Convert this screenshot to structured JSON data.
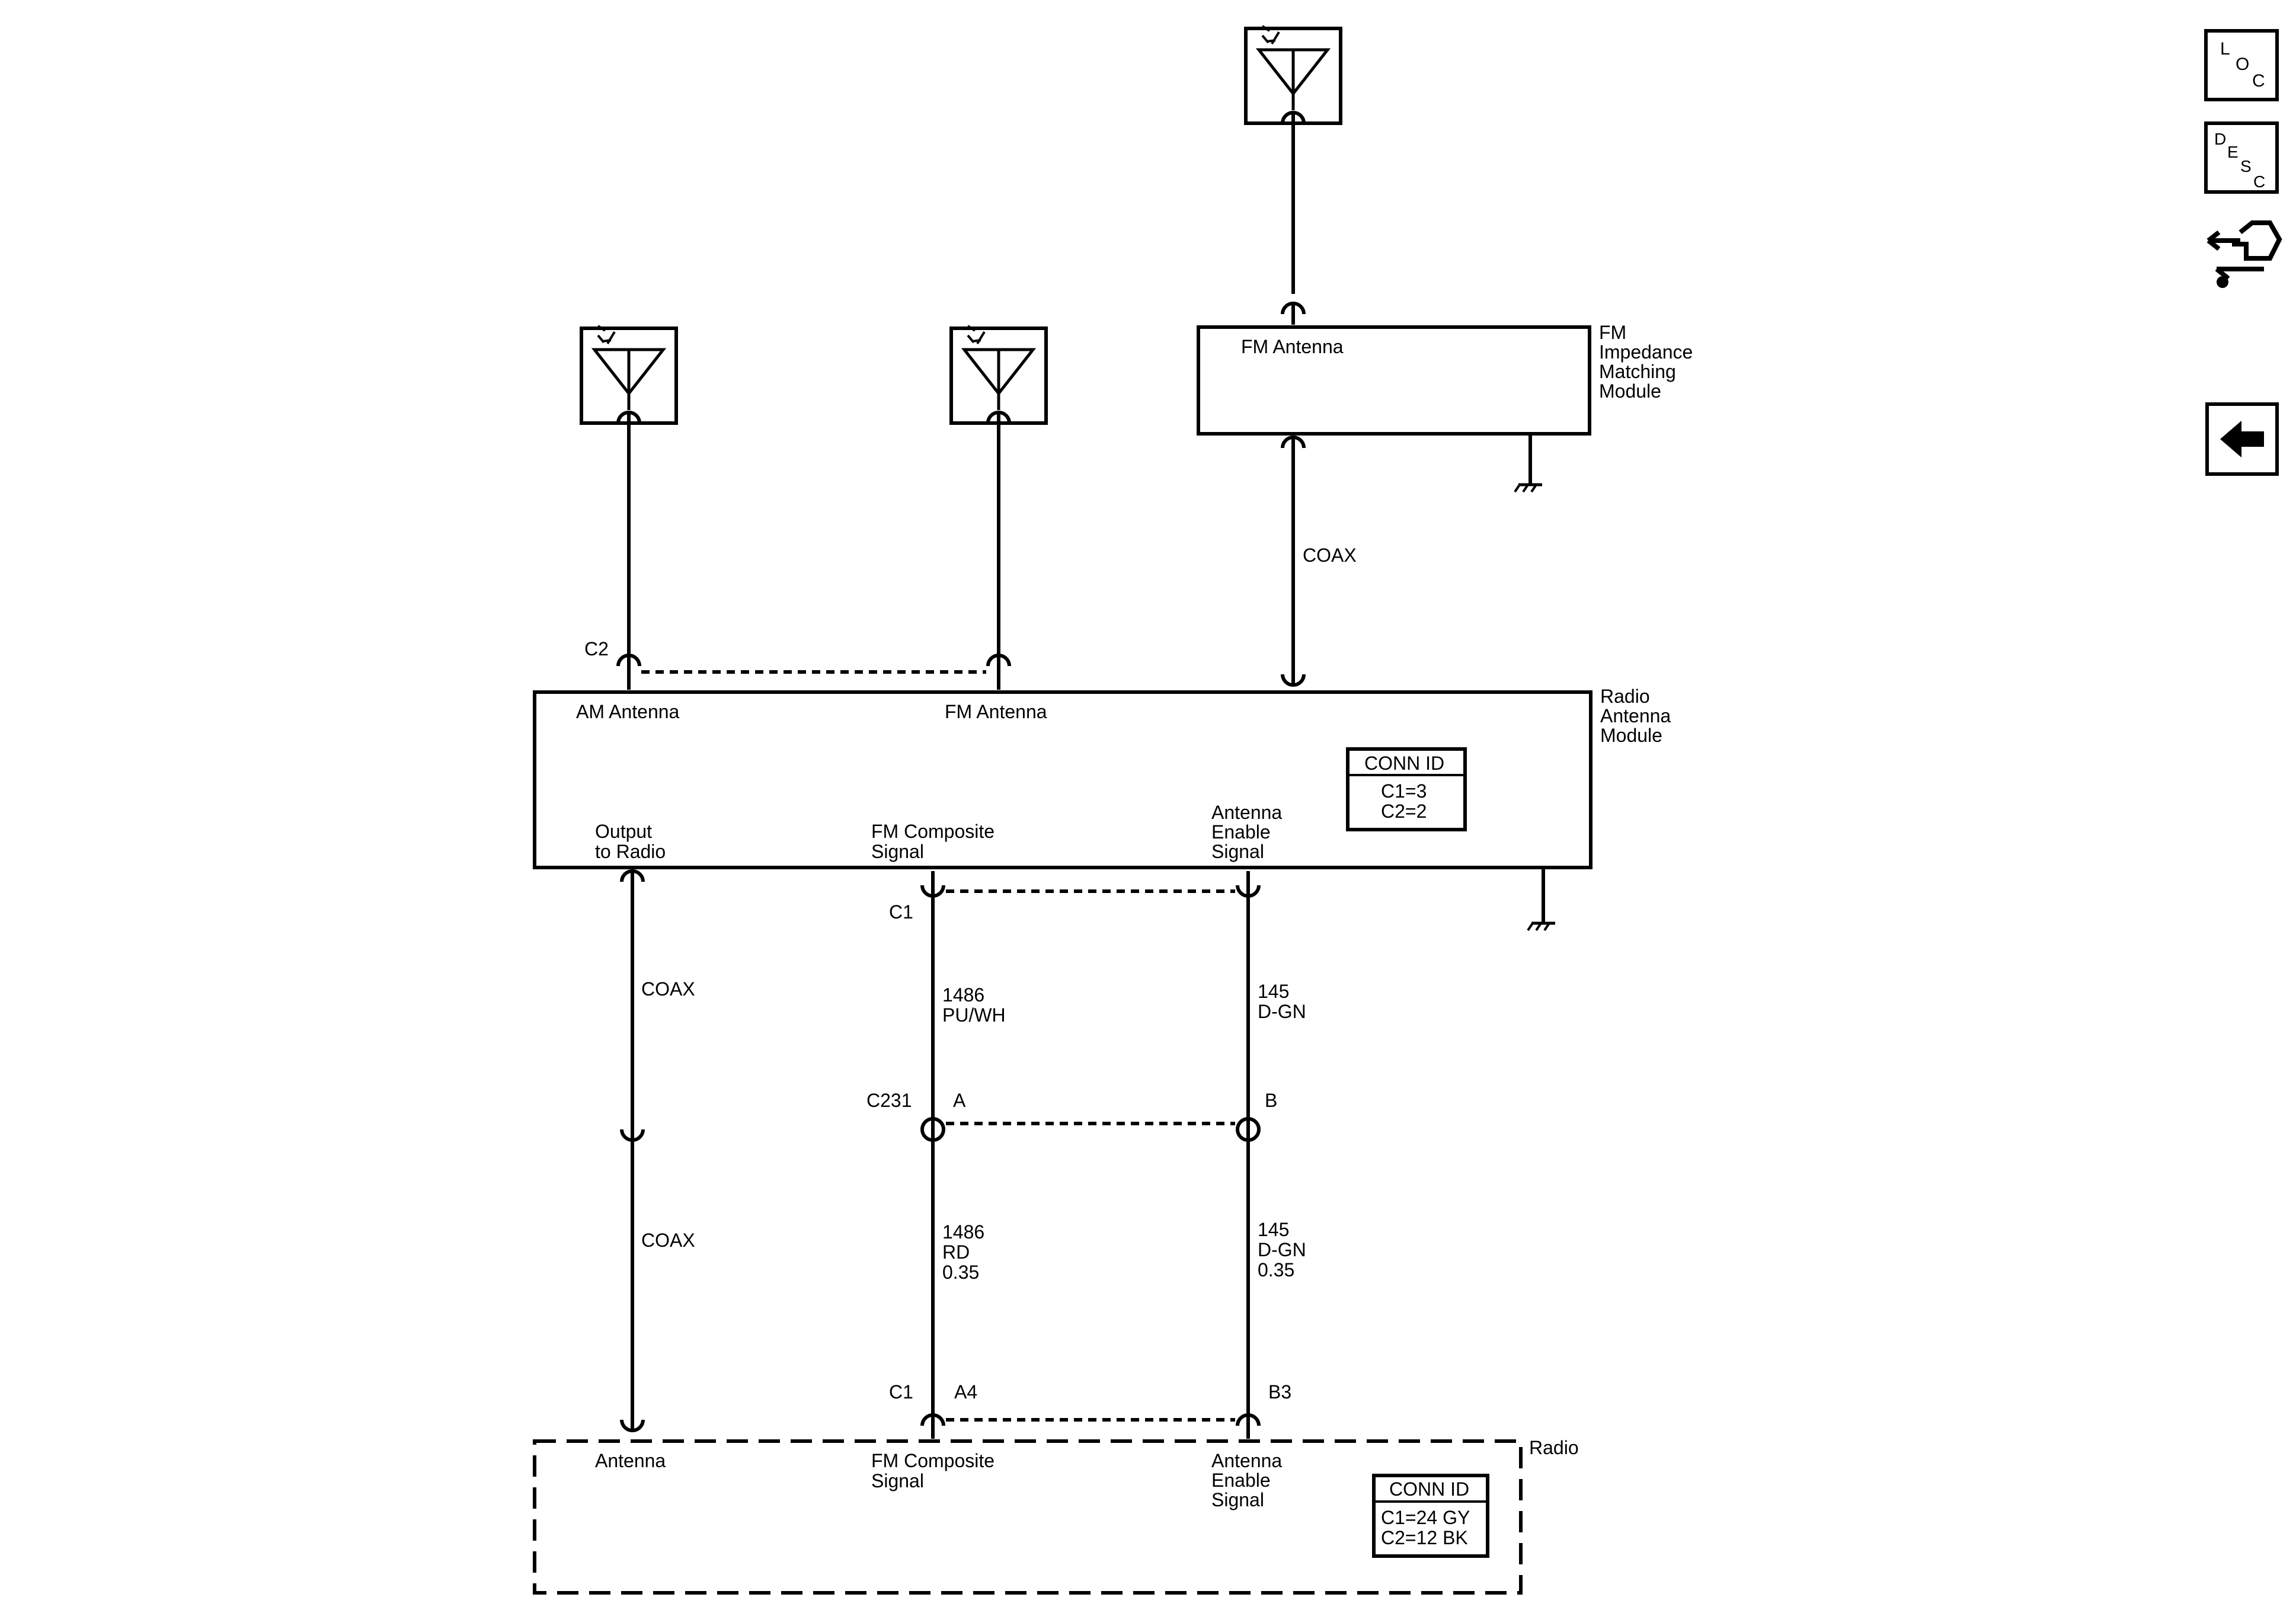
{
  "antennas": {
    "fm_top": "antenna-icon",
    "am": "antenna-icon",
    "fm": "antenna-icon"
  },
  "fm_impedance_module": {
    "name_line1": "FM",
    "name_line2": "Impedance",
    "name_line3": "Matching",
    "name_line4": "Module",
    "pin_label": "FM Antenna",
    "coax_label": "COAX"
  },
  "radio_antenna_module": {
    "name_line1": "Radio",
    "name_line2": "Antenna",
    "name_line3": "Module",
    "c2_label": "C2",
    "am_pin": "AM Antenna",
    "fm_pin": "FM Antenna",
    "output_line1": "Output",
    "output_line2": "to Radio",
    "fm_comp_line1": "FM Composite",
    "fm_comp_line2": "Signal",
    "enable_line1": "Antenna",
    "enable_line2": "Enable",
    "enable_line3": "Signal",
    "conn_id_title": "CONN ID",
    "conn_c1": "C1=3",
    "conn_c2": "C2=2"
  },
  "harness": {
    "c1_upper": "C1",
    "coax_upper": "COAX",
    "coax_lower": "COAX",
    "w1_upper_num": "1486",
    "w1_upper_color": "PU/WH",
    "w2_upper_num": "145",
    "w2_upper_color": "D-GN",
    "c231": "C231",
    "c231_a": "A",
    "c231_b": "B",
    "w1_lower_num": "1486",
    "w1_lower_color": "RD",
    "w1_lower_gauge": "0.35",
    "w2_lower_num": "145",
    "w2_lower_color": "D-GN",
    "w2_lower_gauge": "0.35",
    "c1_lower": "C1",
    "pin_a4": "A4",
    "pin_b3": "B3"
  },
  "radio": {
    "name": "Radio",
    "antenna_pin": "Antenna",
    "fm_comp_line1": "FM Composite",
    "fm_comp_line2": "Signal",
    "enable_line1": "Antenna",
    "enable_line2": "Enable",
    "enable_line3": "Signal",
    "conn_id_title": "CONN ID",
    "conn_c1": "C1=24 GY",
    "conn_c2": "C2=12 BK"
  },
  "nav": {
    "loc_l": "L",
    "loc_o": "O",
    "loc_c": "C",
    "desc_d": "D",
    "desc_e": "E",
    "desc_s": "S",
    "desc_c": "C",
    "loc_icon": "location-icon",
    "desc_icon": "description-icon",
    "connector_icon": "connector-icon",
    "back_icon": "back-arrow-icon"
  }
}
